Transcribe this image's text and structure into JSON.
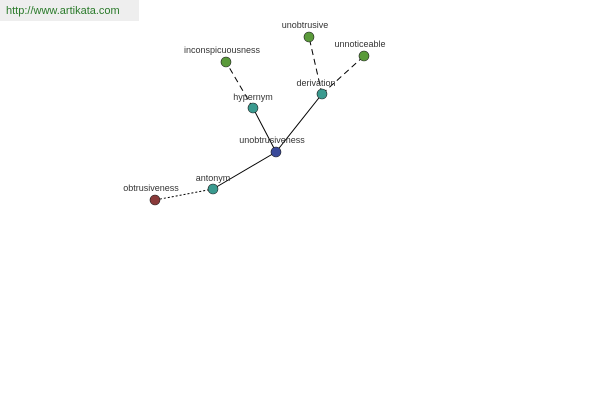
{
  "watermark": {
    "text": "http://www.artikata.com"
  },
  "graph": {
    "nodes": [
      {
        "id": "unobtrusiveness",
        "label": "unobtrusiveness",
        "color": "#3a4a9a"
      },
      {
        "id": "hypernym",
        "label": "hypernym",
        "color": "#3a9a8f"
      },
      {
        "id": "derivation",
        "label": "derivation",
        "color": "#3a9a8f"
      },
      {
        "id": "antonym",
        "label": "antonym",
        "color": "#3a9a8f"
      },
      {
        "id": "inconspicuousness",
        "label": "inconspicuousness",
        "color": "#5a9a3a"
      },
      {
        "id": "unobtrusive",
        "label": "unobtrusive",
        "color": "#5a9a3a"
      },
      {
        "id": "unnoticeable",
        "label": "unnoticeable",
        "color": "#5a9a3a"
      },
      {
        "id": "obtrusiveness",
        "label": "obtrusiveness",
        "color": "#8a3a3a"
      }
    ],
    "edges": [
      {
        "from": "unobtrusiveness",
        "to": "hypernym",
        "style": "solid"
      },
      {
        "from": "unobtrusiveness",
        "to": "derivation",
        "style": "solid"
      },
      {
        "from": "unobtrusiveness",
        "to": "antonym",
        "style": "solid"
      },
      {
        "from": "hypernym",
        "to": "inconspicuousness",
        "style": "dashed"
      },
      {
        "from": "derivation",
        "to": "unobtrusive",
        "style": "dashed"
      },
      {
        "from": "derivation",
        "to": "unnoticeable",
        "style": "dashed"
      },
      {
        "from": "antonym",
        "to": "obtrusiveness",
        "style": "dotted"
      }
    ]
  }
}
